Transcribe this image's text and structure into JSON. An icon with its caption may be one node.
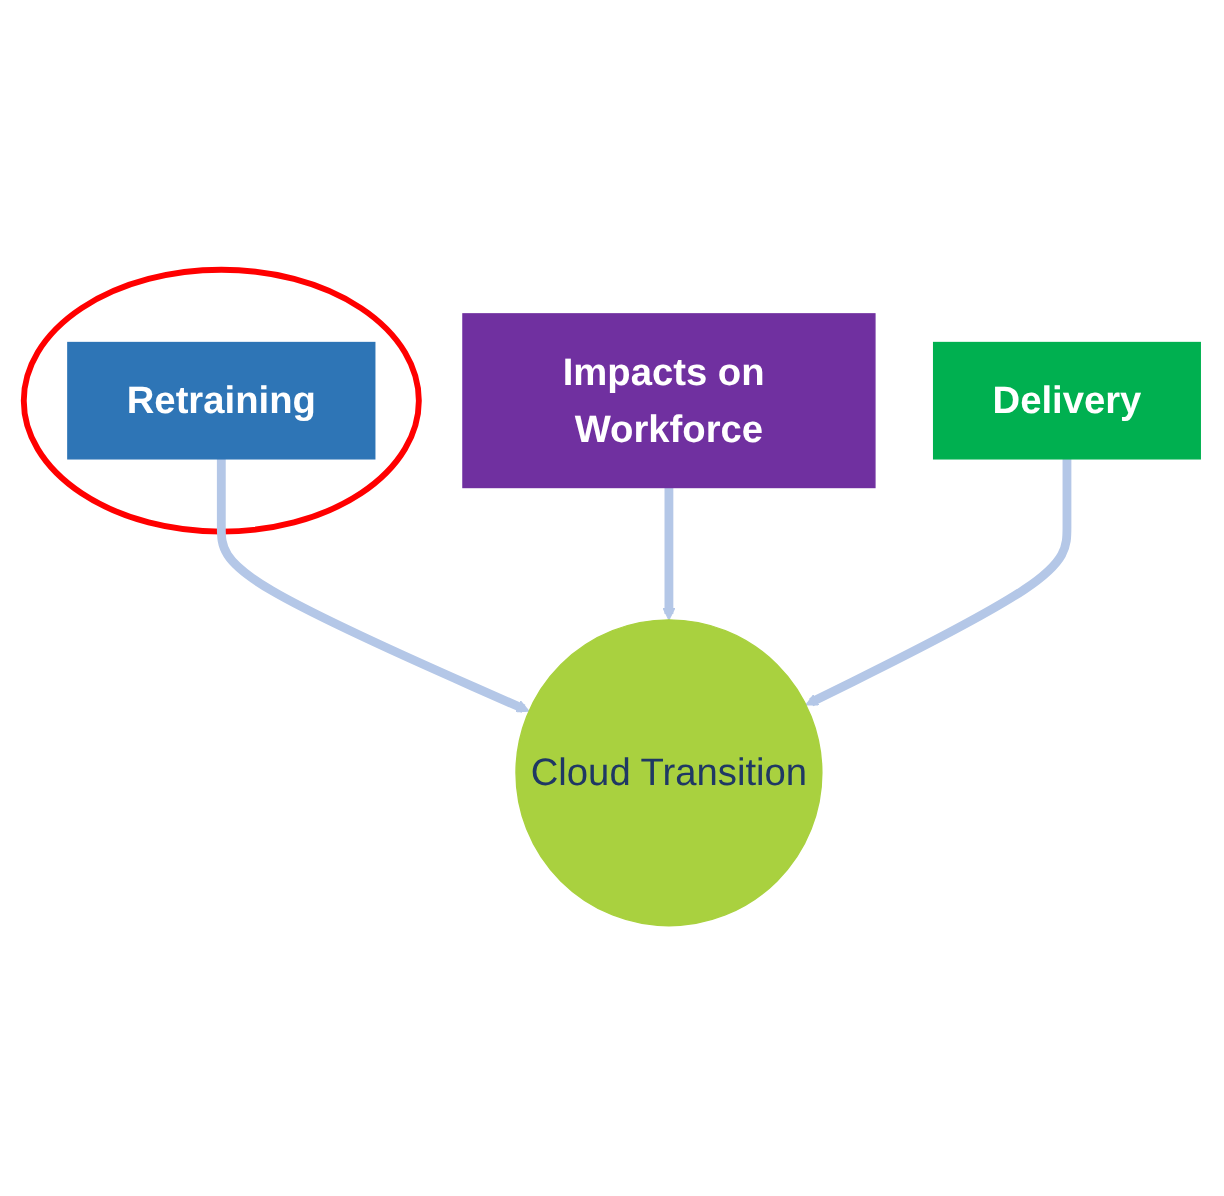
{
  "diagram": {
    "nodes": [
      {
        "text": [],
        "shape": "ellipse"
      },
      {
        "text": [
          "Retraining"
        ],
        "in": 0
      },
      {
        "text": [
          "Impacts on Workforce"
        ]
      },
      {
        "text": [
          "Delivery"
        ]
      },
      {
        "text": [
          "Cloud Transition"
        ]
      }
    ],
    "edges": [
      {
        "from": 1,
        "to": 4,
        "arrow": "to"
      },
      {
        "from": 2,
        "to": 4,
        "arrow": "to"
      },
      {
        "from": 3,
        "to": 4,
        "arrow": "to"
      }
    ]
  }
}
